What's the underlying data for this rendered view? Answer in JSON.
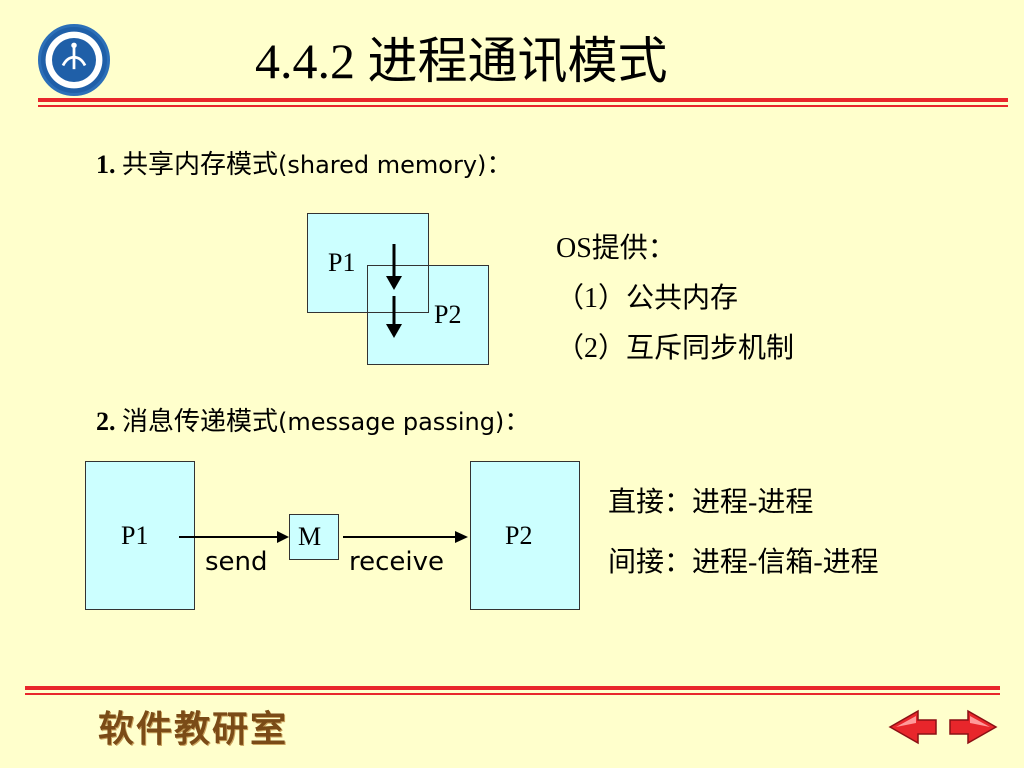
{
  "slide": {
    "title": "4.4.2 进程通讯模式"
  },
  "section1": {
    "number": "1.",
    "label": "共享内存模式",
    "latin": "(shared memory)",
    "colon": "：",
    "diagram": {
      "p1": "P1",
      "p2": "P2"
    },
    "os_heading": "OS提供：",
    "items": [
      "（1）公共内存",
      "（2）互斥同步机制"
    ]
  },
  "section2": {
    "number": "2.",
    "label": "消息传递模式",
    "latin": "(message passing)",
    "colon": "：",
    "diagram": {
      "p1": "P1",
      "m": "M",
      "p2": "P2",
      "send": "send",
      "receive": "receive"
    },
    "direct": "直接：进程-进程",
    "indirect": "间接：进程-信箱-进程"
  },
  "footer": {
    "label": "软件教研室"
  },
  "colors": {
    "background": "#FFFFCC",
    "rule": "#E8262B",
    "box_fill": "#CCFFFF",
    "footer_text": "#7a4b17"
  },
  "icons": {
    "logo": "university-seal-icon",
    "prev": "prev-arrow-icon",
    "next": "next-arrow-icon"
  }
}
